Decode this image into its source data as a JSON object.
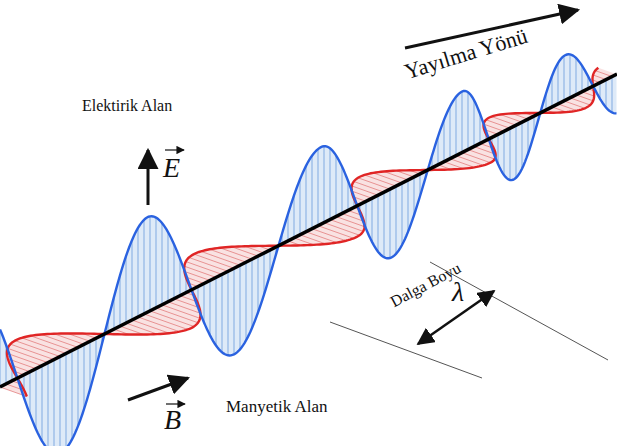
{
  "diagram": {
    "labels": [
      "Yayılma Yönü",
      "Elektirik Alan",
      "E",
      "Dalga Boyu",
      "λ",
      "B",
      "Manyetik Alan"
    ]
  }
}
